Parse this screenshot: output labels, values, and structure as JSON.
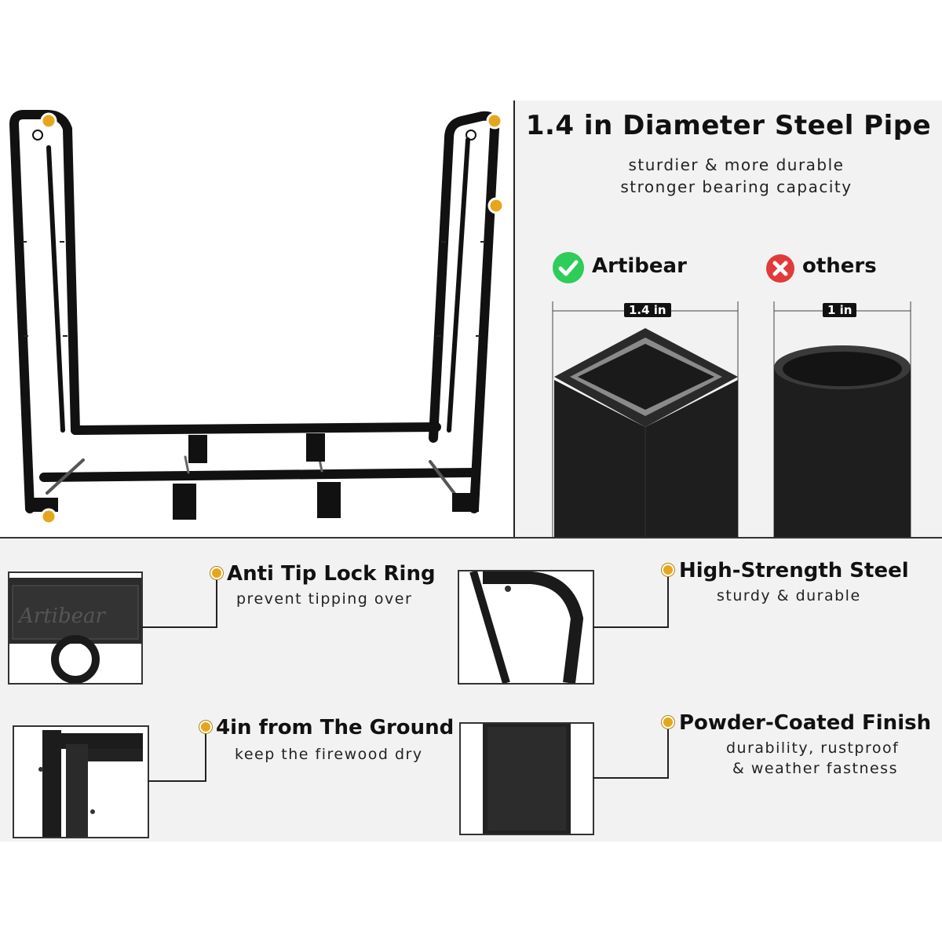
{
  "header": {
    "title": "1.4 in Diameter Steel Pipe",
    "sub1": "sturdier & more durable",
    "sub2": "stronger bearing capacity"
  },
  "compare": {
    "left_name": "Artibear",
    "right_name": "others",
    "left_dim": "1.4 in",
    "right_dim": "1 in"
  },
  "features": [
    {
      "title": "Anti Tip Lock Ring",
      "sub": "prevent tipping over"
    },
    {
      "title": "High-Strength Steel",
      "sub": "sturdy & durable"
    },
    {
      "title": "4in from The Ground",
      "sub": "keep the firewood dry"
    },
    {
      "title": "Powder-Coated Finish",
      "sub1": "durability, rustproof",
      "sub2": "& weather fastness"
    }
  ],
  "thumb_text": "Artibear",
  "colors": {
    "accent_dot": "#e6a61c",
    "ok": "#2ecc58",
    "bad": "#e23a3a",
    "steel": "#1c1c1c"
  }
}
